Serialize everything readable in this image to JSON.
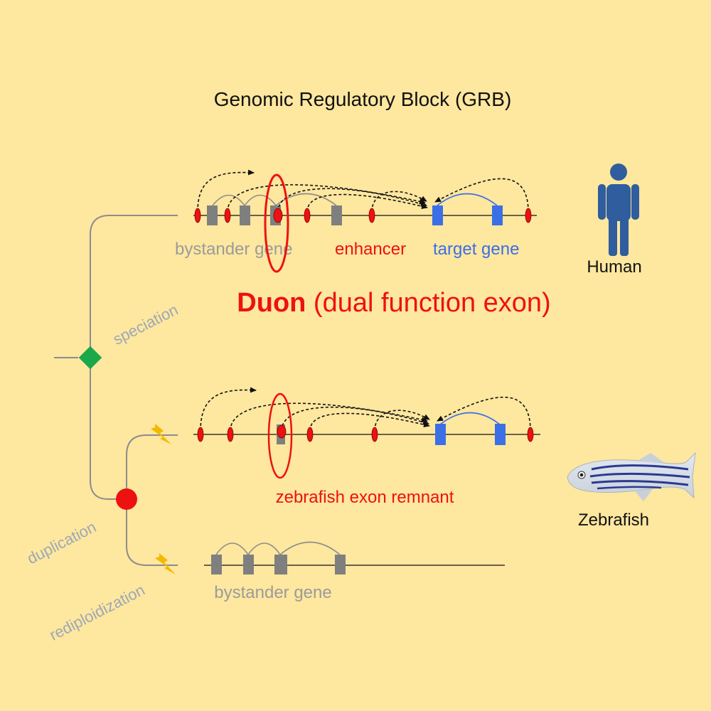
{
  "title": "Genomic Regulatory Block (GRB)",
  "human_track": {
    "bystander_label": "bystander gene",
    "enhancer_label": "enhancer",
    "target_label": "target gene",
    "species_label": "Human"
  },
  "duon": {
    "bold": "Duon",
    "rest": " (dual function exon)"
  },
  "zebrafish_track": {
    "remnant_label": "zebrafish exon remnant",
    "species_label": "Zebrafish"
  },
  "bystander_track": {
    "bystander_label": "bystander gene"
  },
  "tree": {
    "speciation_label": "speciation",
    "duplication_label": "duplication",
    "rediploidization_label": "rediploidization"
  },
  "colors": {
    "background": "#fee79f",
    "enhancer": "#ee1111",
    "target_exon": "#3b6fe6",
    "bystander_exon": "#7f7f7f",
    "speciation_node": "#1aa84a",
    "duplication_node": "#ee1111",
    "lightning": "#f5b800",
    "human_icon": "#2f5d9e"
  },
  "icons": [
    "human-figure-icon",
    "zebrafish-icon",
    "lightning-icon",
    "speciation-diamond-icon",
    "duplication-circle-icon"
  ]
}
